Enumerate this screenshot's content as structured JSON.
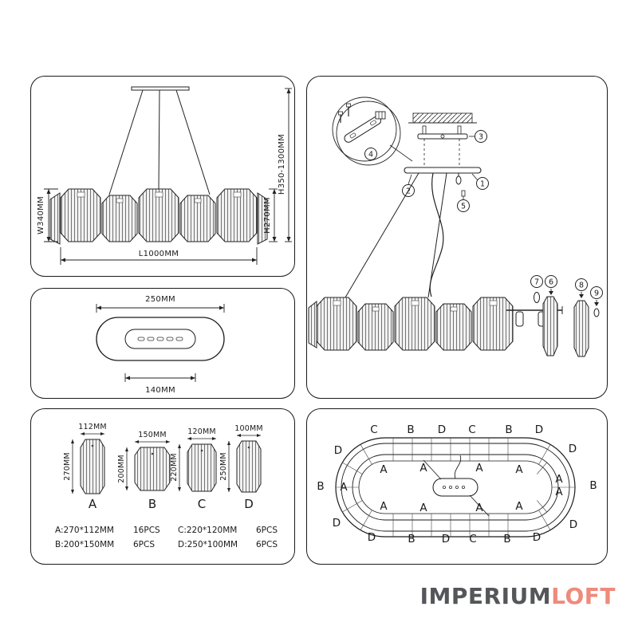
{
  "brand": {
    "part1": "IMPERIUM",
    "part2": "LOFT"
  },
  "colors": {
    "line": "#1a1a1a",
    "brand_gray": "#55565a",
    "brand_coral": "#ef8a7c"
  },
  "front_view": {
    "w": "W340MM",
    "h_drum": "H270MM",
    "h_total": "H350-1300MM",
    "l": "L1000MM"
  },
  "top_view": {
    "outer": "250MM",
    "inner": "140MM"
  },
  "parts_view": {
    "shapes": [
      {
        "letter": "A",
        "w": "112MM",
        "h": "270MM"
      },
      {
        "letter": "B",
        "w": "150MM",
        "h": "200MM"
      },
      {
        "letter": "C",
        "w": "120MM",
        "h": "220MM"
      },
      {
        "letter": "D",
        "w": "100MM",
        "h": "250MM"
      }
    ],
    "legend": [
      {
        "label": "A:270*112MM",
        "pcs": "16PCS"
      },
      {
        "label": "C:220*120MM",
        "pcs": "6PCS"
      },
      {
        "label": "B:200*150MM",
        "pcs": "6PCS"
      },
      {
        "label": "D:250*100MM",
        "pcs": "6PCS"
      }
    ]
  },
  "assembly_view": {
    "callouts": [
      "1",
      "2",
      "3",
      "4",
      "5",
      "6",
      "7",
      "8",
      "9"
    ]
  },
  "layout_view": {
    "top_row": [
      "C",
      "B",
      "D",
      "C",
      "B",
      "D"
    ],
    "bottom_row": [
      "D",
      "B",
      "D",
      "C",
      "B",
      "D"
    ],
    "corner_tl": "D",
    "corner_tr": "D",
    "corner_bl": "D",
    "corner_br": "D",
    "mid_left": "B",
    "mid_right": "B",
    "inner_top": [
      "A",
      "A",
      "A",
      "A"
    ],
    "inner_bottom": [
      "A",
      "A",
      "A",
      "A"
    ],
    "inner_left": "A",
    "inner_right": [
      "A",
      "A"
    ]
  }
}
